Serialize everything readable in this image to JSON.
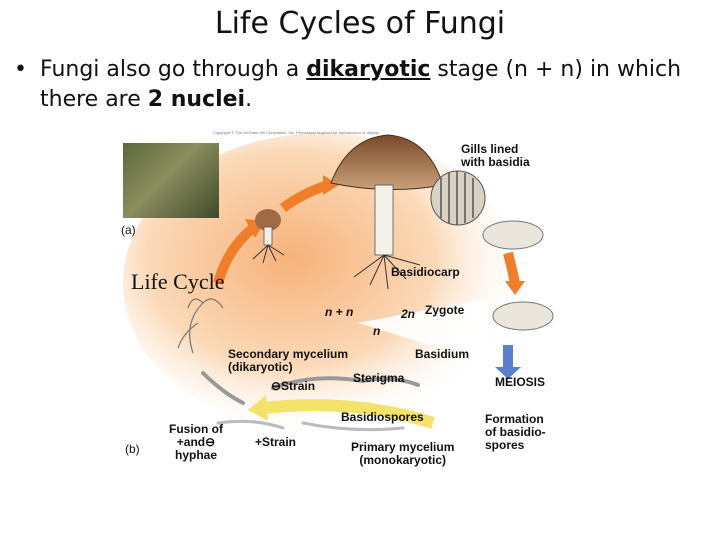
{
  "title": "Life Cycles of Fungi",
  "bullet": {
    "marker": "•",
    "before": "Fungi also go through a ",
    "bold_underlined": "dikaryotic",
    "middle": " stage (n + n) in which there are ",
    "bold": "2 nuclei",
    "after": "."
  },
  "figure": {
    "copyright": "Copyright © The McGraw-Hill Companies, Inc. Permission required for reproduction or display.",
    "life_cycle": "Life Cycle",
    "label_a": "(a)",
    "label_b": "(b)",
    "gills": "Gills lined\nwith basidia",
    "basidiocarp": "Basidiocarp",
    "n_plus_n": "n + n",
    "two_n": "2n",
    "zygote": "Zygote",
    "n": "n",
    "secondary_mycelium": "Secondary mycelium\n(dikaryotic)",
    "basidium": "Basidium",
    "minus_strain": "⊖Strain",
    "sterigma": "Sterigma",
    "meiosis": "MEIOSIS",
    "basidiospores": "Basidiospores",
    "formation": "Formation\nof basidio-\nspores",
    "fusion": "Fusion of\n+and⊖\nhyphae",
    "plus_strain": "+Strain",
    "primary_mycelium": "Primary mycelium\n(monokaryotic)"
  },
  "colors": {
    "cap": "#9a6a45",
    "arrow": "#f07d2a",
    "yellow_arrow": "#f4e26a"
  }
}
